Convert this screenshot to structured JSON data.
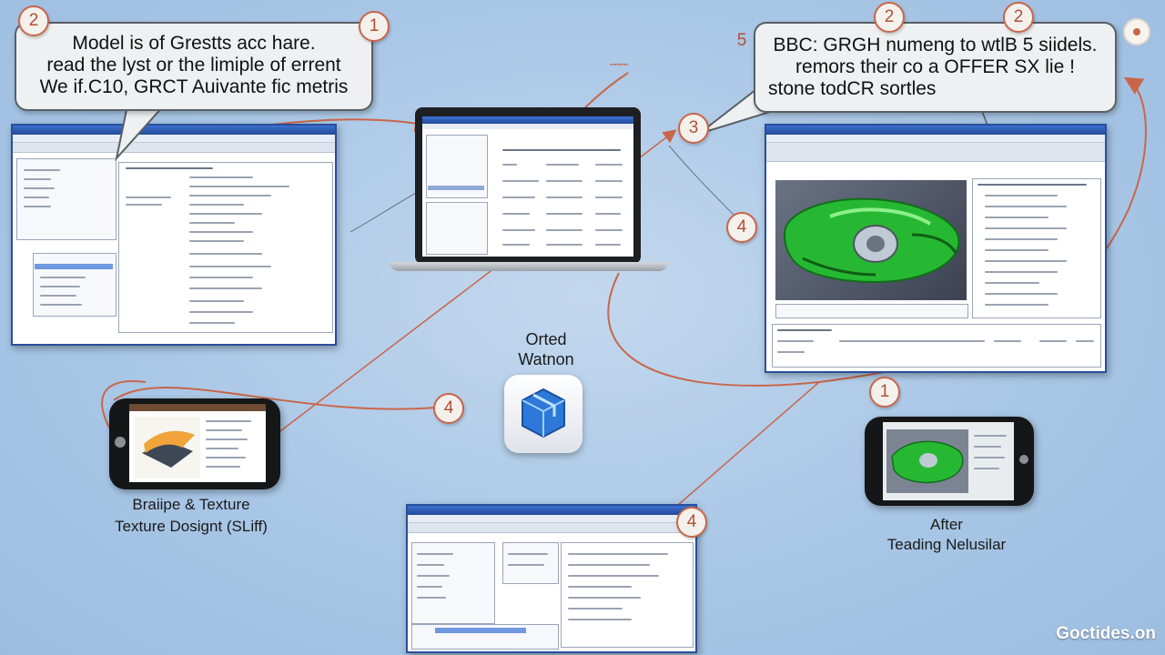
{
  "callouts": {
    "left": {
      "line1": "Model is of Grestts acc hare.",
      "line2": "read the lyst or the limiple of errent",
      "line3": "We if.C10, GRCT Auivante fic metris"
    },
    "right": {
      "line1": "BBC: GRGH numeng to wtlB 5 siidels.",
      "line2": "remors their co a OFFER SX lie !",
      "line3": "stone todCR sortles"
    }
  },
  "badges": [
    "2",
    "1",
    "2",
    "2",
    "5",
    "3",
    "4",
    "4",
    "1",
    "4"
  ],
  "labels": {
    "center_title": "Orted",
    "center_subtitle": "Watnon",
    "phone_left_line1": "Braiipe & Texture",
    "phone_left_line2": "Texture Dosignt (SLiff)",
    "phone_right_line1": "After",
    "phone_right_line2": "Teading Nelusilar"
  },
  "watermark": "Goctides.on",
  "icons": [
    "app-cube-icon",
    "gear-icon",
    "arrow-icon"
  ],
  "colors": {
    "background": "#a9c7e6",
    "connector": "#c9664a",
    "window_border": "#2a4f9a",
    "model_green": "#27b833"
  }
}
